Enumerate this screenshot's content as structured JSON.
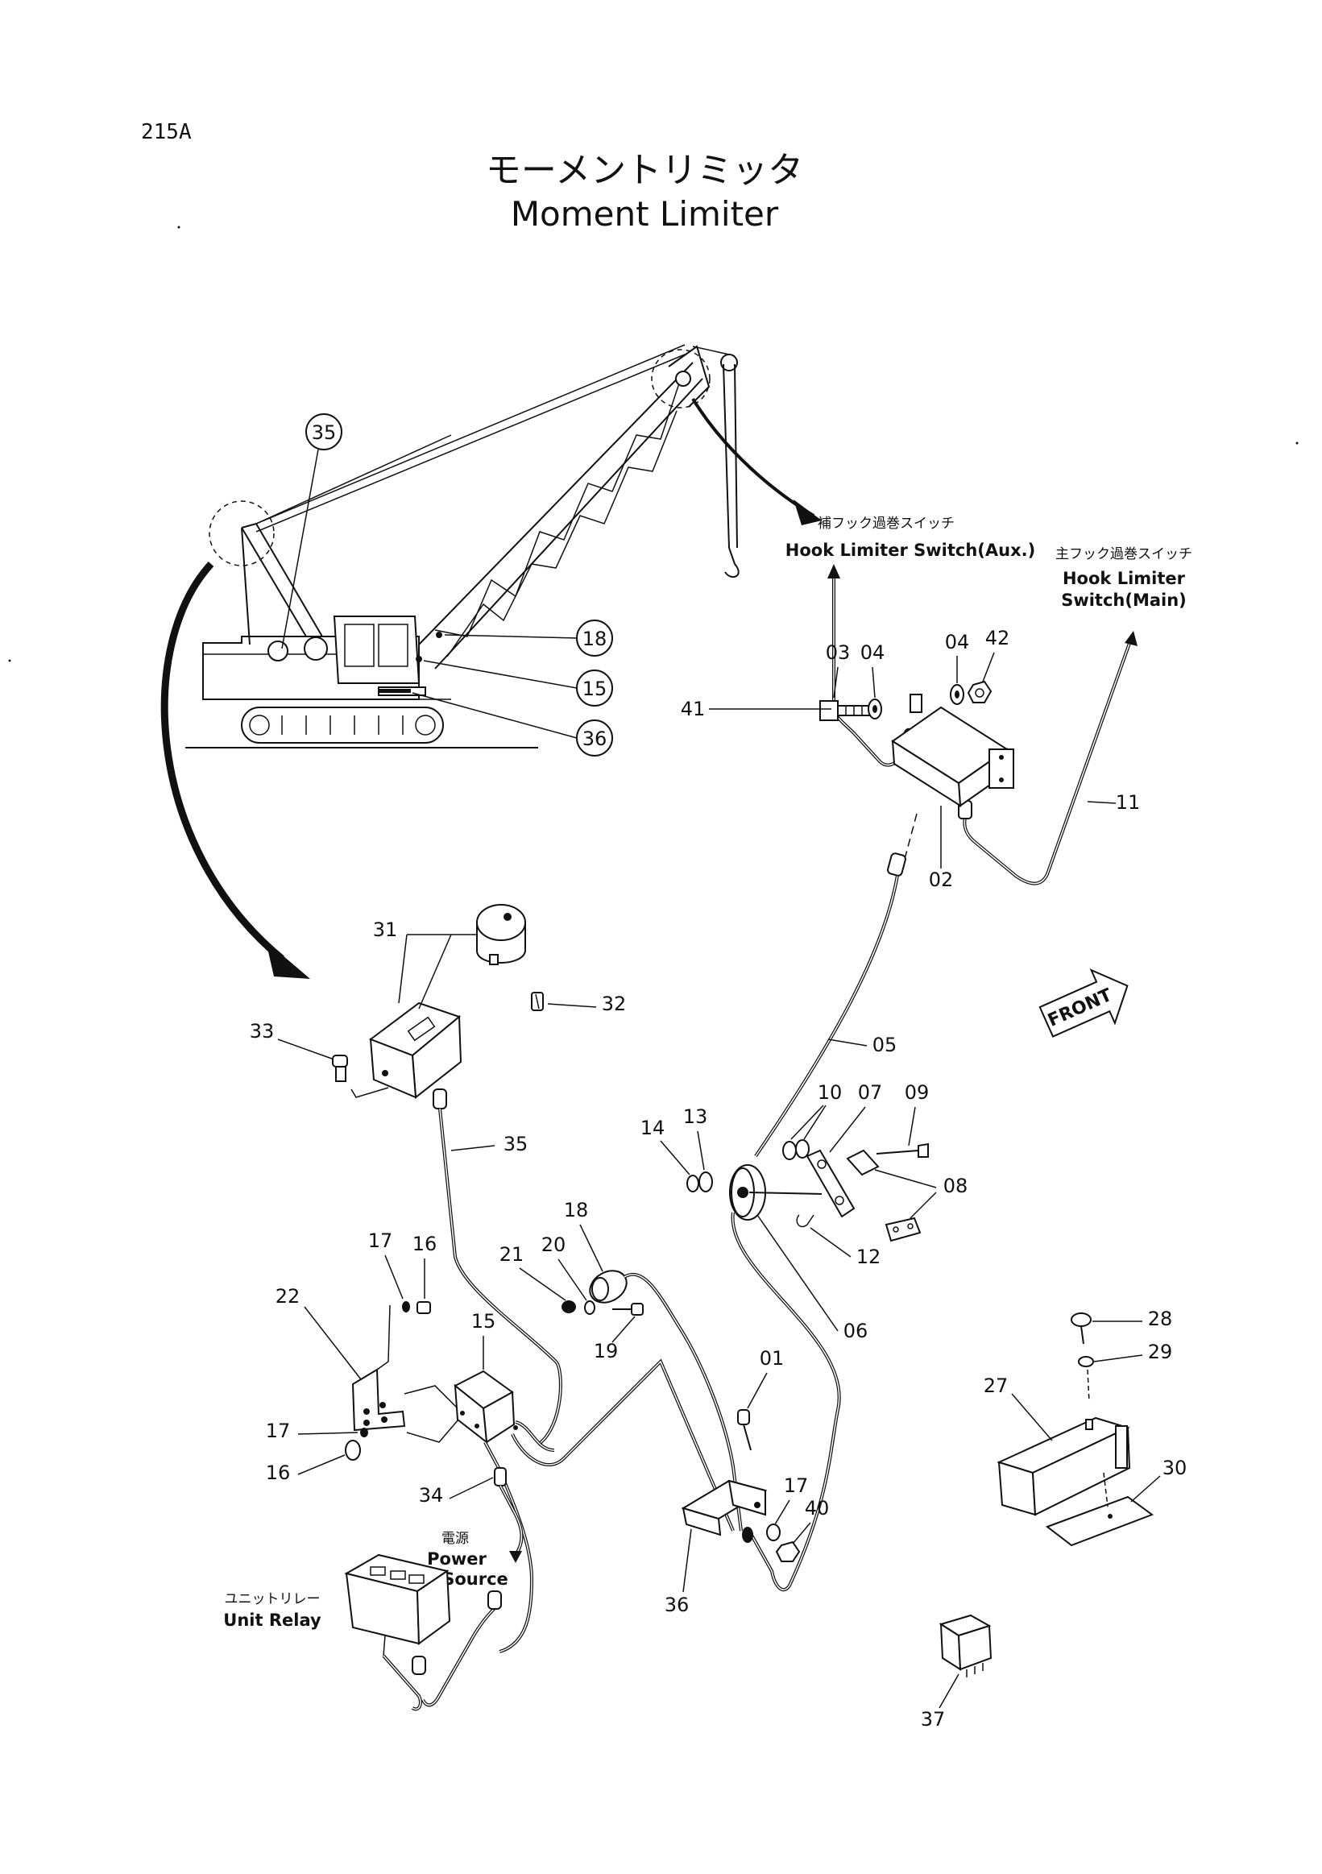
{
  "page_code": "215A",
  "title_jp": "モーメントリミッタ",
  "title_en": "Moment Limiter",
  "callouts": {
    "c35": "35",
    "c18": "18",
    "c15": "15",
    "c36": "36"
  },
  "labels": {
    "hook_aux_jp": "補フック過巻スイッチ",
    "hook_aux_en": "Hook Limiter Switch(Aux.)",
    "hook_main_jp": "主フック過巻スイッチ",
    "hook_main_en1": "Hook Limiter",
    "hook_main_en2": "Switch(Main)",
    "front": "FRONT",
    "power_jp": "電源",
    "power_en1": "Power",
    "power_en2": "Source",
    "relay_jp": "ユニットリレー",
    "relay_en": "Unit Relay"
  },
  "parts": {
    "p01": "01",
    "p02": "02",
    "p03": "03",
    "p04a": "04",
    "p04b": "04",
    "p05": "05",
    "p06": "06",
    "p07": "07",
    "p08": "08",
    "p09": "09",
    "p10": "10",
    "p11": "11",
    "p12": "12",
    "p13": "13",
    "p14": "14",
    "p15": "15",
    "p16a": "16",
    "p16b": "16",
    "p17a": "17",
    "p17b": "17",
    "p17c": "17",
    "p18": "18",
    "p19": "19",
    "p20": "20",
    "p21": "21",
    "p22": "22",
    "p27": "27",
    "p28": "28",
    "p29": "29",
    "p30": "30",
    "p31": "31",
    "p32": "32",
    "p33": "33",
    "p34": "34",
    "p35": "35",
    "p36": "36",
    "p37": "37",
    "p40": "40",
    "p41": "41",
    "p42": "42"
  }
}
